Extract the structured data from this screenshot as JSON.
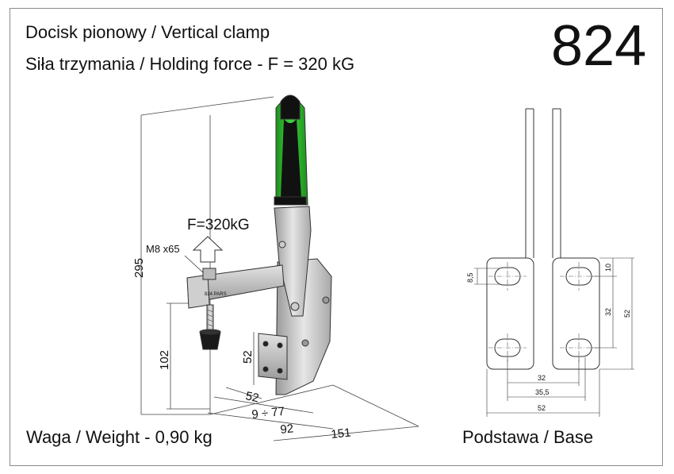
{
  "header": {
    "title_line1": "Docisk pionowy / Vertical clamp",
    "title_line2": "Siła trzymania / Holding force - F = 320 kG",
    "model_number": "824"
  },
  "clamp_view": {
    "force_label": "F=320kG",
    "screw_label": "M8 x65",
    "engraving": "824 PARS",
    "dim_total_height": "295",
    "dim_spindle_height": "102",
    "dim_base_height": "52",
    "dim_base_width": "52",
    "dim_spindle_range": "9 ÷ 77",
    "dim_arm_reach": "92",
    "dim_total_length": "151",
    "handle_color": "#2fbf2f"
  },
  "base_view": {
    "dim_hole": "8,5",
    "dim_edge": "10",
    "dim_hole_spacing_v": "32",
    "dim_height": "52",
    "dim_hole_spacing_h": "32",
    "dim_slot_span": "35,5",
    "dim_width": "52"
  },
  "footer": {
    "weight": "Waga / Weight - 0,90 kg",
    "base_caption": "Podstawa / Base"
  }
}
